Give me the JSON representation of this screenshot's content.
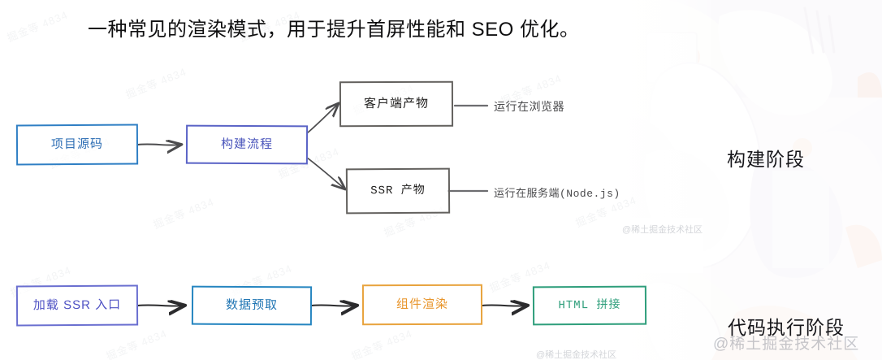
{
  "title": "一种常见的渲染模式，用于提升首屏性能和 SEO 优化。",
  "colors": {
    "source_blue": "#2f7fc4",
    "build_purple": "#5a63c6",
    "artifact_gray": "#63615e",
    "entry_purple": "#6a6fd0",
    "fetch_blue": "#2585c0",
    "render_orange": "#e8a33d",
    "html_green": "#2e9e7b",
    "note_gray": "#4a4a4c",
    "title_black": "#0f0f10"
  },
  "build_stage": {
    "caption": "构建阶段",
    "nodes": [
      {
        "id": "source",
        "label": "项目源码",
        "style": "b-src"
      },
      {
        "id": "build",
        "label": "构建流程",
        "style": "b-build"
      },
      {
        "id": "client",
        "label": "客户端产物",
        "style": "b-gray"
      },
      {
        "id": "ssr",
        "label": "SSR 产物",
        "style": "b-gray"
      }
    ],
    "notes": [
      {
        "id": "note-client",
        "text": "运行在浏览器"
      },
      {
        "id": "note-ssr",
        "text": "运行在服务端(Node.js)"
      }
    ]
  },
  "runtime_stage": {
    "caption": "代码执行阶段",
    "nodes": [
      {
        "id": "entry",
        "label": "加载 SSR 入口",
        "style": "b-entry"
      },
      {
        "id": "prefetch",
        "label": "数据预取",
        "style": "b-fetch"
      },
      {
        "id": "render",
        "label": "组件渲染",
        "style": "b-orange"
      },
      {
        "id": "html",
        "label": "HTML 拼接",
        "style": "b-green"
      }
    ]
  },
  "watermarks": {
    "tiled_text": "掘金等 4834",
    "brand": "@稀土掘金技术社区"
  }
}
